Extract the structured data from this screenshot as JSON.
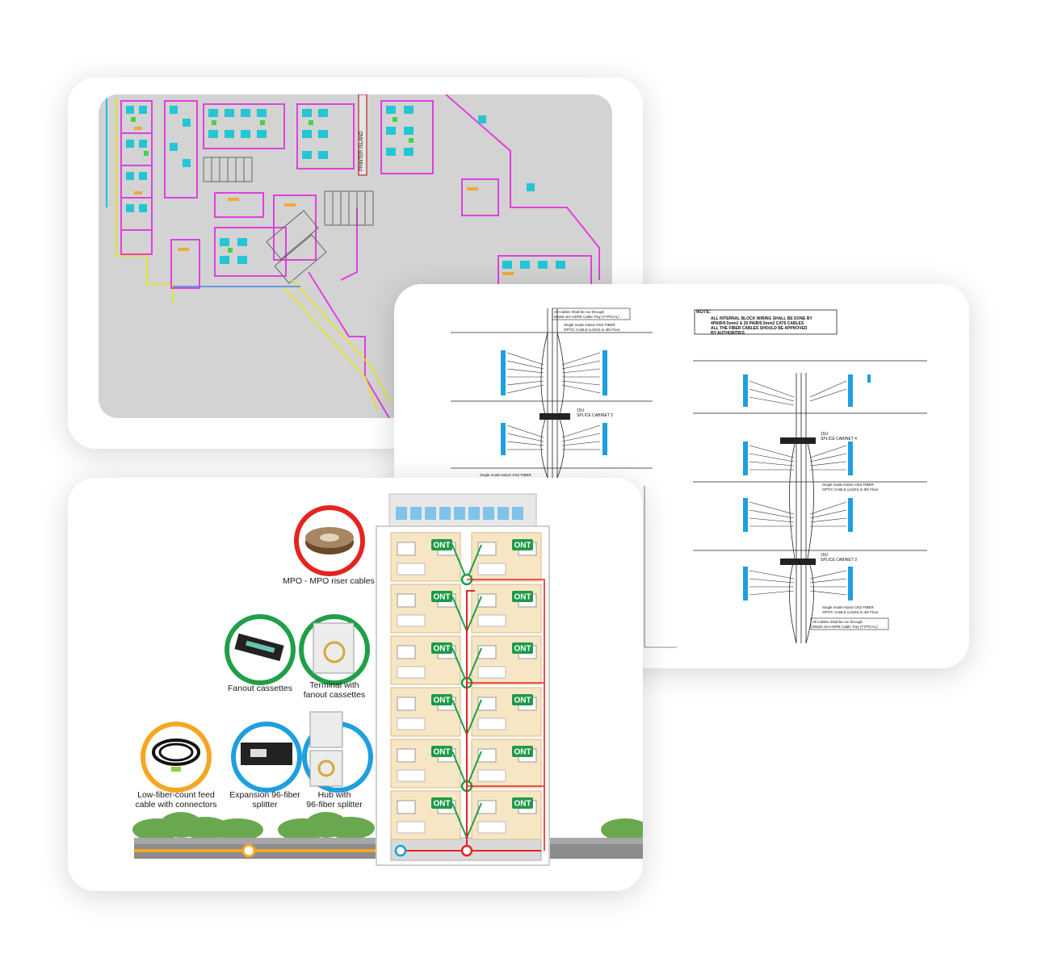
{
  "floorplan": {
    "printer_label": "PRINTER ISLAND"
  },
  "riser": {
    "note_title": "NOTE:",
    "note_lines": [
      "ALL INTERNAL BLOCK WIRING SHALL BE DONE BY",
      "4PAIR/0.5mm2 & 20 PAIR/0.5mm2 CAT6 CABLES",
      "ALL THE FIBER CABLES SHOULD BE APPROVED",
      "BY AUTHORITIES"
    ],
    "cable_note_top": "All Cables Shall be run through",
    "cable_note_top2": "50x50 mm HDPE Cable Tray (TYPICAL)",
    "fiber_label_top": "Single mode Indoor OS2 FIBER",
    "fiber_label_top2": "OPTIC CABLE (LSZH) to 4th Floor",
    "splice2": "SPLICE CABINET 2",
    "splice4": "SPLICE CABINET 4",
    "splice3": "SPLICE CABINET 3",
    "fiber_label_mid": "Single mode Indoor OS2 FIBER",
    "fiber_label_r1": "Single mode Indoor OS2 FIBER",
    "fiber_label_r1b": "OPTIC CABLE (LSZH) to 6th Floor",
    "fiber_label_r2": "Single mode Indoor OS2 FIBER",
    "fiber_label_r2b": "OPTIC CABLE (LSZH) to 4th Floor",
    "cable_note_bottom": "All Cables Shall be run through",
    "cable_note_bottom2": "50x50 mm HDPE Cable Tray (TYPICAL)",
    "u_label": "15U"
  },
  "network": {
    "ont_label": "ONT",
    "components": {
      "mpo": "MPO - MPO riser cables",
      "fanout": "Fanout cassettes",
      "terminal_l1": "Terminal with",
      "terminal_l2": "fanout cassettes",
      "feed_l1": "Low-fiber-count feed",
      "feed_l2": "cable with connectors",
      "expansion_l1": "Expansion 96-fiber",
      "expansion_l2": "splitter",
      "hub_l1": "Hub with",
      "hub_l2": "96-fiber splitter"
    },
    "colors": {
      "red": "#e52420",
      "green": "#1fa046",
      "orange": "#f5a623",
      "blue": "#1d9fe0",
      "ont": "#1f9a48",
      "floor": "#f7e6c4"
    }
  }
}
